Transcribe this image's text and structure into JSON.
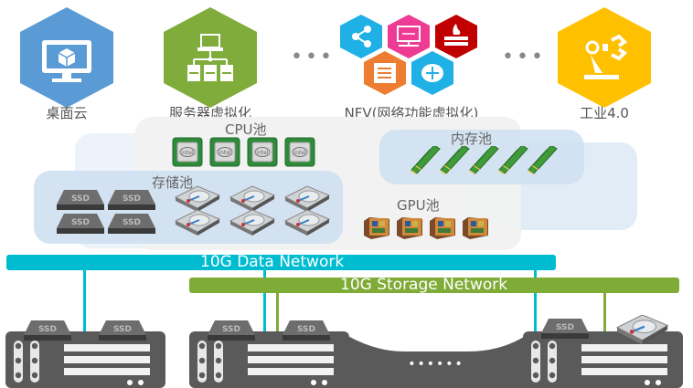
{
  "use_cases": [
    {
      "label": "桌面云",
      "icon": "desktop-monitor-icon",
      "color": "#5b9bd5"
    },
    {
      "label": "服务器虚拟化",
      "icon": "server-network-icon",
      "color": "#7fac3a"
    },
    {
      "label": "NFV(网络功能虚拟化)",
      "icon": "nfv-cluster-icon",
      "sub_icons": [
        {
          "icon": "share-icon",
          "color": "#1fb0e6"
        },
        {
          "icon": "load-balancer-icon",
          "color": "#ee3b93"
        },
        {
          "icon": "firewall-icon",
          "color": "#c00000"
        },
        {
          "icon": "switch-icon",
          "color": "#ed7d31"
        },
        {
          "icon": "router-icon",
          "color": "#1fb0e6"
        }
      ]
    },
    {
      "label": "工业4.0",
      "icon": "robot-arm-icon",
      "color": "#ffc000"
    }
  ],
  "ellipsis": "•••",
  "pools": {
    "cpu": {
      "label": "CPU池",
      "count": 4,
      "chip_text": "intel"
    },
    "storage": {
      "label": "存储池",
      "ssd_count": 4,
      "hdd_count": 6,
      "ssd_text": "SSD"
    },
    "memory": {
      "label": "内存池",
      "count": 5
    },
    "gpu": {
      "label": "GPU池",
      "count": 4
    }
  },
  "networks": {
    "data": {
      "label": "10G Data Network",
      "color": "#00bcd0"
    },
    "storage": {
      "label": "10G Storage Network",
      "color": "#7fab37"
    }
  },
  "servers": {
    "ssd_text": "SSD",
    "ellipsis": "••••••"
  }
}
